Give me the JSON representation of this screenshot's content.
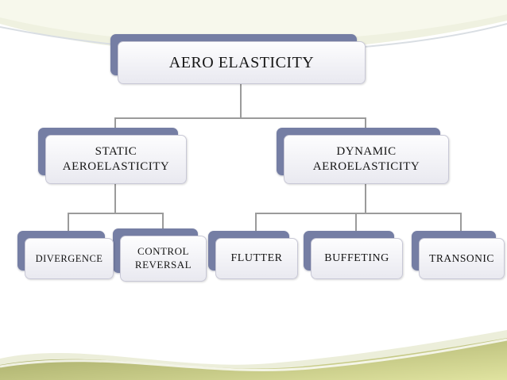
{
  "tree": {
    "root": {
      "label": "AERO ELASTICITY",
      "children": [
        {
          "label": "STATIC AEROELASTICITY",
          "children": [
            {
              "label": "DIVERGENCE"
            },
            {
              "label": "CONTROL REVERSAL"
            }
          ]
        },
        {
          "label": "DYNAMIC AEROELASTICITY",
          "children": [
            {
              "label": "FLUTTER"
            },
            {
              "label": "BUFFETING"
            },
            {
              "label": "TRANSONIC"
            }
          ]
        }
      ]
    }
  },
  "colors": {
    "node_shadow": "#757ea4",
    "node_fill_top": "#fdfdfe",
    "node_fill_bottom": "#e9e9f0",
    "node_border": "#c8c8d6",
    "connector": "#9b9b9b",
    "wave_olive_dark": "#9da25f",
    "wave_olive_light": "#e0e3a0",
    "wave_pale": "#eff1e0"
  }
}
